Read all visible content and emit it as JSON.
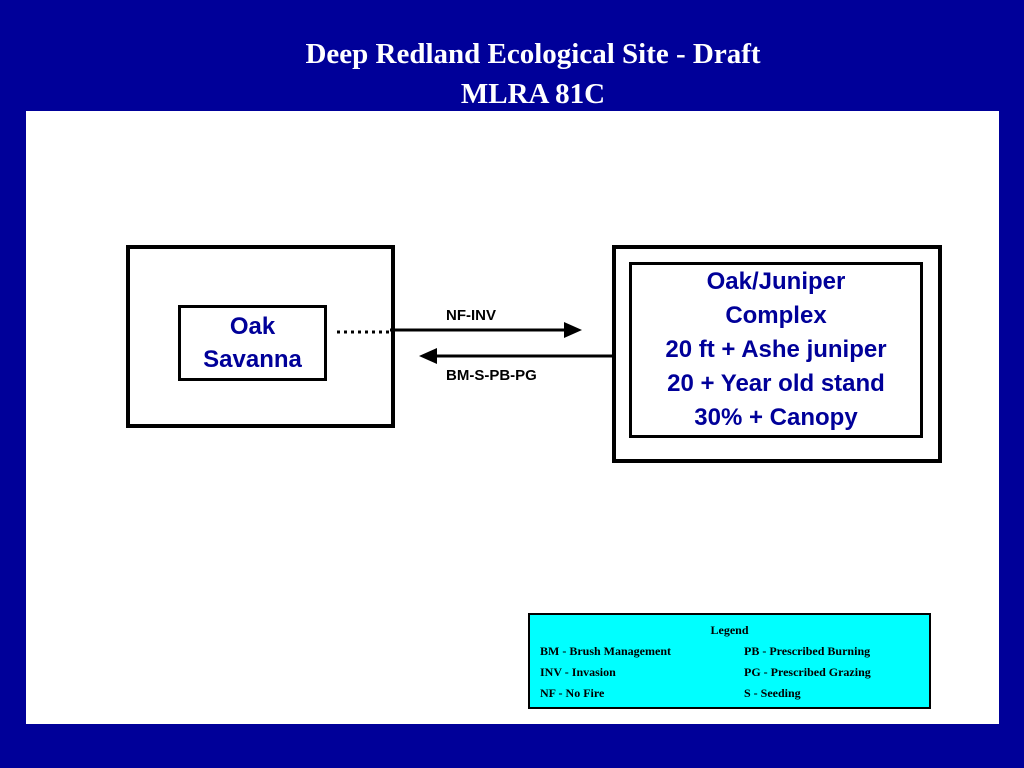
{
  "title": {
    "line1": "Deep Redland Ecological Site - Draft",
    "line2": "MLRA 81C"
  },
  "states": {
    "left": {
      "lines": [
        "Oak",
        "Savanna"
      ]
    },
    "right": {
      "lines": [
        "Oak/Juniper",
        "Complex",
        "20 ft + Ashe juniper",
        "20 + Year old stand",
        "30% + Canopy"
      ]
    }
  },
  "transitions": {
    "forward_label": "NF-INV",
    "backward_label": "BM-S-PB-PG"
  },
  "legend": {
    "title": "Legend",
    "rows": [
      {
        "left": "BM - Brush Management",
        "right": "PB - Prescribed Burning"
      },
      {
        "left": "INV - Invasion",
        "right": "PG - Prescribed Grazing"
      },
      {
        "left": "NF - No Fire",
        "right": "S - Seeding"
      }
    ]
  },
  "colors": {
    "background": "#000099",
    "state_text": "#000099",
    "legend_fill": "#00ffff"
  }
}
